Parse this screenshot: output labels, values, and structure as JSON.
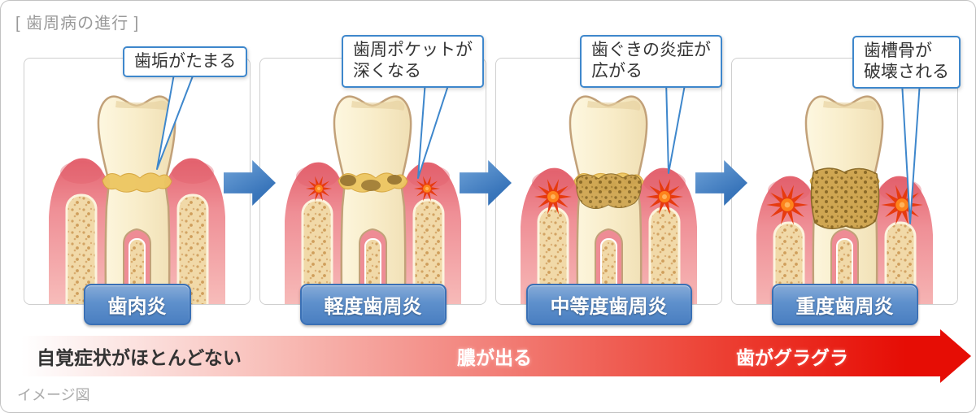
{
  "title": "[ 歯周病の進行 ]",
  "caption": "イメージ図",
  "panels": [
    {
      "id": "gingivitis",
      "stage_label": "歯肉炎",
      "callout_lines": [
        "歯垢がたまる"
      ]
    },
    {
      "id": "mild",
      "stage_label": "軽度歯周炎",
      "callout_lines": [
        "歯周ポケットが",
        "深くなる"
      ]
    },
    {
      "id": "moderate",
      "stage_label": "中等度歯周炎",
      "callout_lines": [
        "歯ぐきの炎症が",
        "広がる"
      ]
    },
    {
      "id": "severe",
      "stage_label": "重度歯周炎",
      "callout_lines": [
        "歯槽骨が",
        "破壊される"
      ]
    }
  ],
  "progress_arrow": {
    "labels": [
      {
        "text": "自覚症状がほとんどない",
        "color": "#333333"
      },
      {
        "text": "膿が出る",
        "color": "#ffffff"
      },
      {
        "text": "歯がグラグラ",
        "color": "#ffffff"
      }
    ]
  },
  "colors": {
    "callout_border": "#3e87cc",
    "step_arrow_blue": "#3a76bb",
    "stage_button_blue": "#4a7fc1",
    "severity_red": "#e60d05",
    "gum_pink": "#ef8f96",
    "tooth_cream": "#f8ecc8",
    "plaque_yellow": "#edc661",
    "tartar_brown": "#9d7b36"
  }
}
